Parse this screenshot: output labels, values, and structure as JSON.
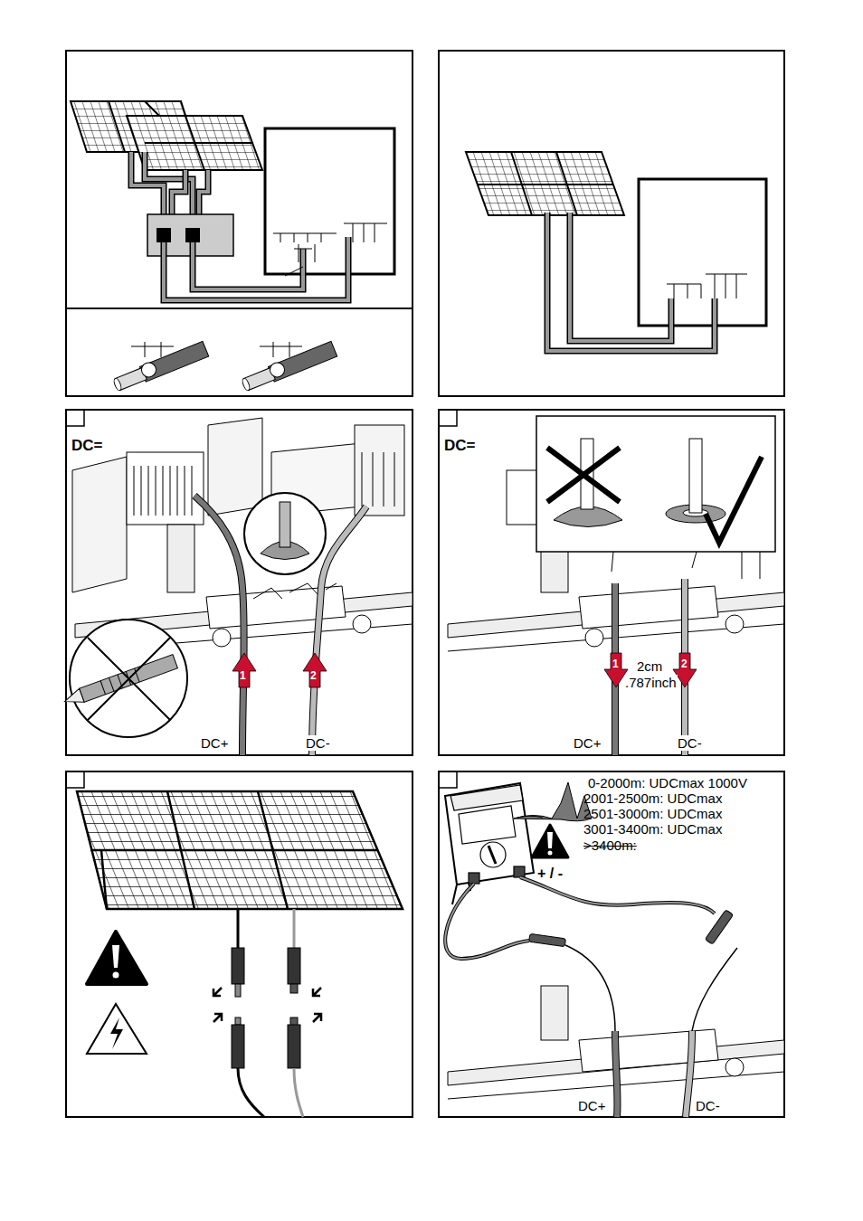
{
  "diagram": {
    "labels": [
      "DC=",
      "1",
      "2",
      "DC+",
      "DC-",
      "DC=",
      "1",
      "2",
      "2cm",
      ".787inch",
      "DC+",
      "DC-",
      "0-2000m: UDCmax 1000V",
      "2001-2500m: UDCmax",
      "2501-3000m: UDCmax",
      "3001-3400m: UDCmax",
      ">3400m:",
      "+ / -",
      "DC+",
      "DC-"
    ]
  }
}
